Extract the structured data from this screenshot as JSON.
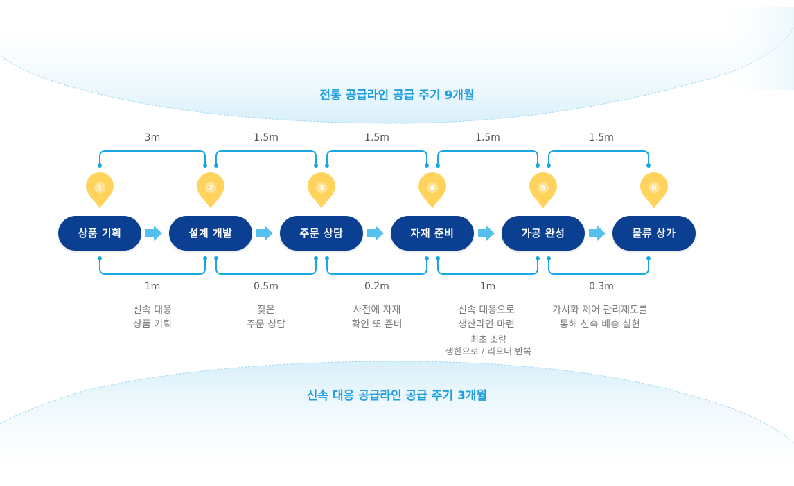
{
  "top_banner": {
    "title": "전통 공급라인 공급 주기 9개월"
  },
  "bottom_banner": {
    "title": "신속 대응 공급라인 공급 주기 3개월"
  },
  "steps": [
    {
      "num": "1",
      "label": "상품 기획"
    },
    {
      "num": "2",
      "label": "설계 개발"
    },
    {
      "num": "3",
      "label": "주문 상담"
    },
    {
      "num": "4",
      "label": "자재 준비"
    },
    {
      "num": "5",
      "label": "가공 완성"
    },
    {
      "num": "6",
      "label": "물류 상가"
    }
  ],
  "traditional_durations": [
    "3m",
    "1.5m",
    "1.5m",
    "1.5m",
    "1.5m"
  ],
  "rapid_durations": [
    "1m",
    "0.5m",
    "0.2m",
    "1m",
    "0.3m"
  ],
  "rapid_notes": [
    "신속 대응\n상품 기획",
    "잦은\n주문 상담",
    "사전에 자재\n확인 또 준비",
    "신속 대응으로\n생산라인 마련",
    "가시화 제어 관리제도를\n통해 신속 배송 실현"
  ],
  "rapid_subnote": "최초 소량\n생한으로  / 리오더 반복",
  "colors": {
    "step_fill": "#0b3f91",
    "pin": "#ffd35c",
    "connector": "#1ba8e0",
    "arrow": "#42b8eb",
    "title": "#1f9fde"
  }
}
